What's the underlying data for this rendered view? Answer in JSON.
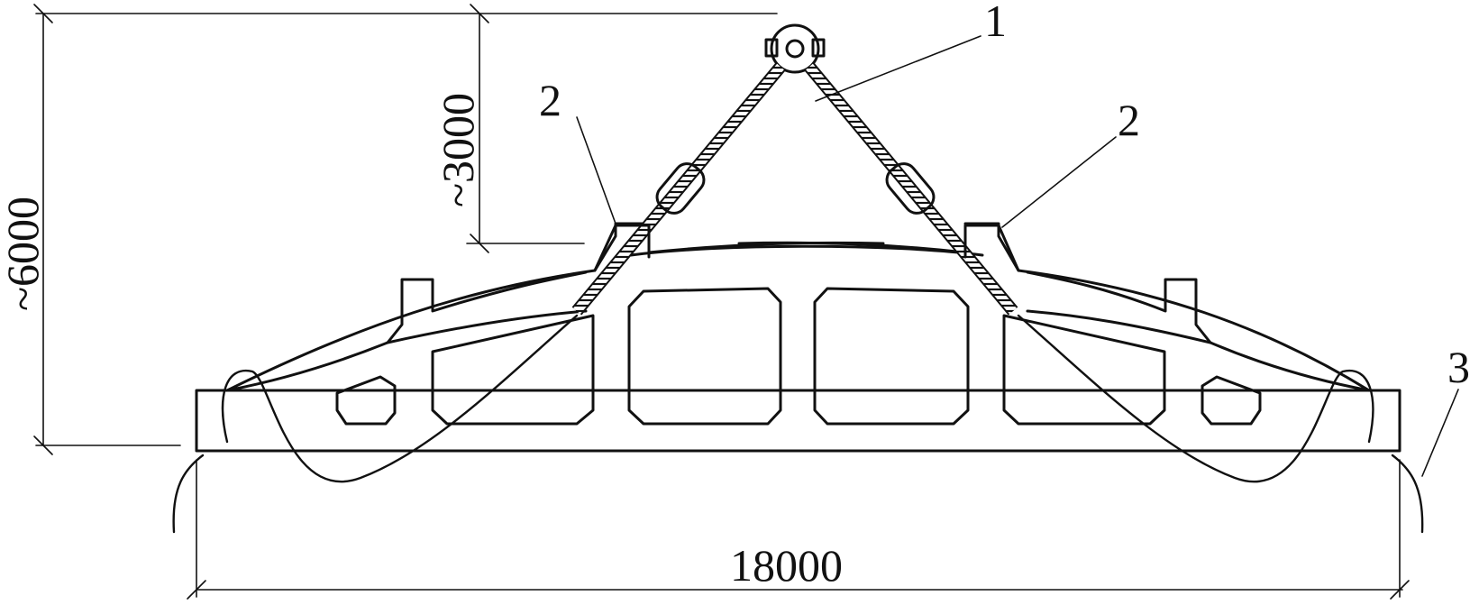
{
  "labels": {
    "item_1": "1",
    "item_2_left": "2",
    "item_2_right": "2",
    "item_3": "3"
  },
  "dimensions": {
    "total_height": "~6000",
    "sling_height": "~3000",
    "span": "18000"
  },
  "colors": {
    "line": "#111111",
    "background": "#ffffff"
  }
}
